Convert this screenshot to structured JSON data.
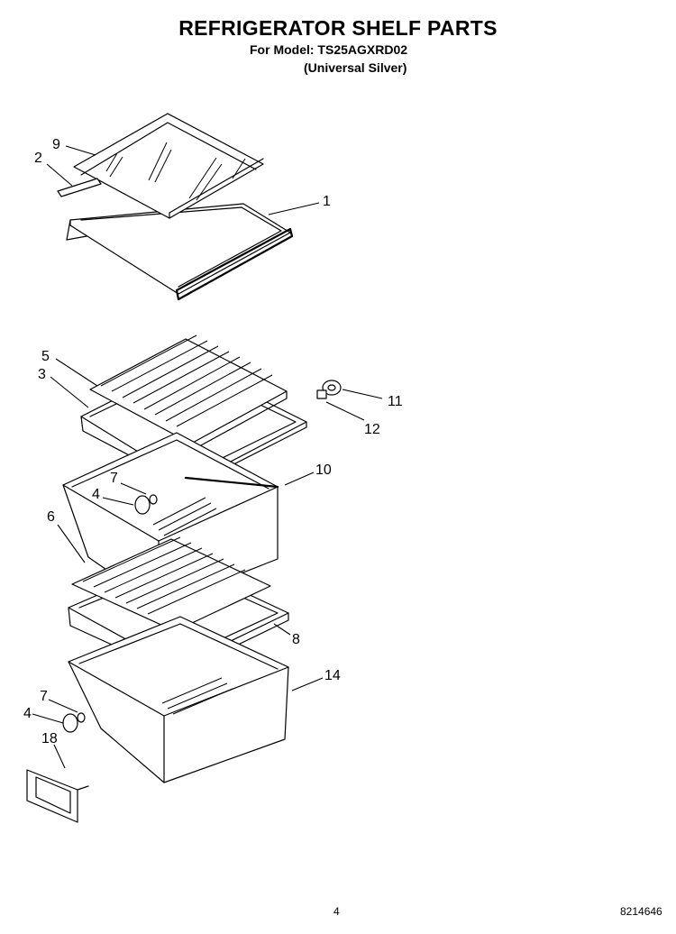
{
  "header": {
    "title": "REFRIGERATOR SHELF PARTS",
    "model": "For Model: TS25AGXRD02",
    "variant": "(Universal Silver)"
  },
  "callouts": {
    "c9": "9",
    "c2": "2",
    "c1": "1",
    "c5": "5",
    "c3": "3",
    "c11": "11",
    "c12": "12",
    "c7a": "7",
    "c4a": "4",
    "c10": "10",
    "c6": "6",
    "c8": "8",
    "c14": "14",
    "c7b": "7",
    "c4b": "4",
    "c18": "18"
  },
  "footer": {
    "page": "4",
    "doc_number": "8214646"
  }
}
